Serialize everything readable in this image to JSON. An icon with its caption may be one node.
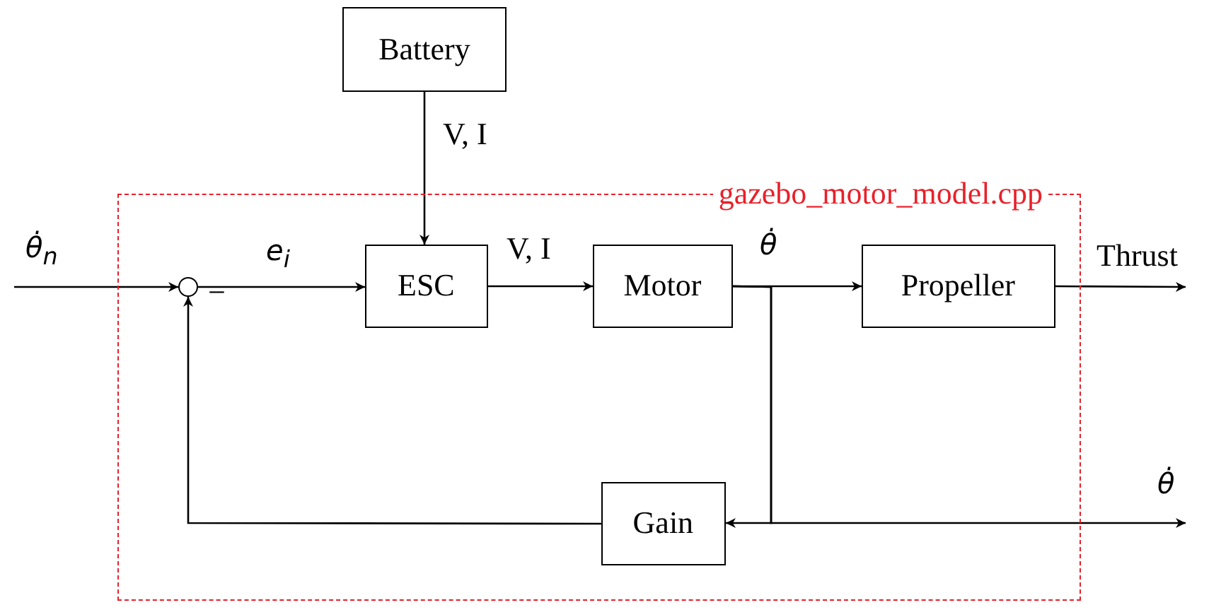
{
  "diagram": {
    "nodes": [
      {
        "text": [
          "gazebo_motor_model.cpp"
        ]
      },
      {
        "text": [
          "Battery"
        ]
      },
      {
        "text": [],
        "shape": "circle",
        "in": 0
      },
      {
        "text": [
          "ESC"
        ],
        "in": 0
      },
      {
        "text": [
          "Motor"
        ],
        "in": 0
      },
      {
        "text": [
          "Propeller"
        ],
        "in": 0
      },
      {
        "text": [
          "Gain"
        ],
        "in": 0
      }
    ],
    "edges": [
      {
        "from": null,
        "to": 2,
        "arrow": "to",
        "label": "θ̇$_{n}$"
      },
      {
        "from": 2,
        "to": 3,
        "arrow": "to",
        "label": "e$_{i}$"
      },
      {
        "from": 1,
        "to": 3,
        "arrow": "to",
        "label": "V, I"
      },
      {
        "from": 3,
        "to": 4,
        "arrow": "to",
        "label": "V, I"
      },
      {
        "from": 4,
        "to": 5,
        "arrow": "to",
        "label": "θ̇"
      },
      {
        "from": 5,
        "to": null,
        "arrow": "to",
        "label": "Thrust"
      },
      {
        "from": 4,
        "to": 6,
        "arrow": "to"
      },
      {
        "from": 4,
        "to": null,
        "arrow": "to",
        "label": "θ̇"
      },
      {
        "from": 6,
        "to": 2,
        "arrow": "to"
      }
    ],
    "labels": [
      "−"
    ]
  }
}
